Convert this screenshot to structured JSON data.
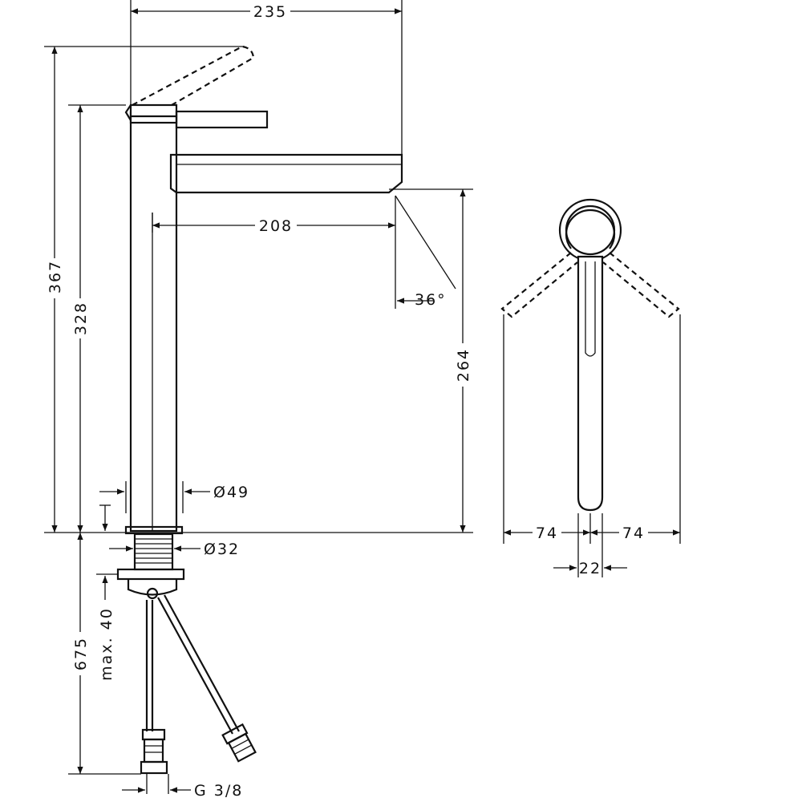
{
  "drawing": {
    "dimensions": {
      "width_total": "235",
      "height_total": "367",
      "height_body": "328",
      "spout_reach": "208",
      "spout_angle": "36°",
      "spout_height": "264",
      "body_diameter": "Ø49",
      "thread_diameter": "Ø32",
      "counter_thickness": "max. 40",
      "hose_length": "675",
      "connection": "G 3/8",
      "lever_swing_left": "74",
      "lever_swing_right": "74",
      "lever_width": "22"
    }
  }
}
